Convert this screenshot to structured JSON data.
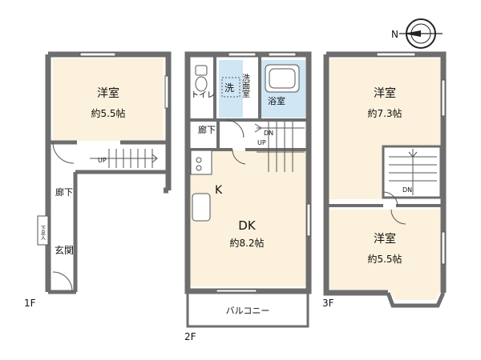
{
  "compass": {
    "north_label": "N"
  },
  "floor1": {
    "floor_label": "1F",
    "room_western": {
      "name": "洋室",
      "size": "約5.5帖"
    },
    "stair_label": "UP",
    "corridor": "廊下",
    "entrance": "玄関",
    "shoe_closet": "下足入"
  },
  "floor2": {
    "floor_label": "2F",
    "toilet": "トイレ",
    "washer": "洗",
    "washroom": "洗面室",
    "bathroom": "浴室",
    "corridor": "廊下",
    "stair_dn": "DN",
    "stair_up": "UP",
    "kitchen": "K",
    "dining": {
      "name": "DK",
      "size": "約8.2帖"
    },
    "balcony": "バルコニー"
  },
  "floor3": {
    "floor_label": "3F",
    "room_top": {
      "name": "洋室",
      "size": "約7.3帖"
    },
    "stair_dn": "DN",
    "room_bottom": {
      "name": "洋室",
      "size": "約5.5帖"
    }
  },
  "colors": {
    "room_fill": "#fbf1dc",
    "wet_fill": "#cfe6f4",
    "wall": "#6e6e6e"
  }
}
